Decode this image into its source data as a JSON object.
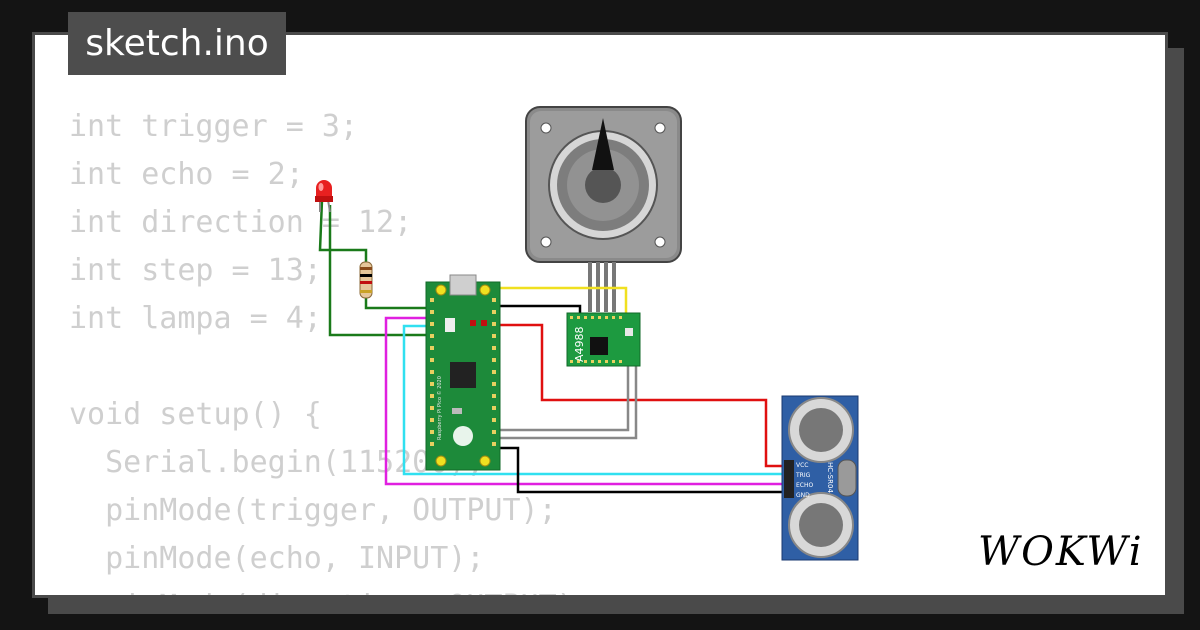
{
  "file_tab": {
    "label": "sketch.ino"
  },
  "code_lines": [
    "int trigger = 3;",
    "int echo = 2;",
    "int direction = 12;",
    "int step = 13;",
    "int lampa = 4;",
    "",
    "void setup() {",
    "  Serial.begin(115200);",
    "  pinMode(trigger, OUTPUT);",
    "  pinMode(echo, INPUT);",
    "  pinMode(direction, OUTPUT);"
  ],
  "components": {
    "driver_label": "A4988",
    "sensor_pins": [
      "VCC",
      "TRIG",
      "ECHO",
      "GND"
    ],
    "sensor_model": "HC-SR04",
    "pico_text": "Raspberry Pi Pico © 2020"
  },
  "brand": {
    "logo_text": "WOKWi"
  },
  "colors": {
    "wire_green": "#1a7a1a",
    "wire_magenta": "#e020e0",
    "wire_cyan": "#30e0f0",
    "wire_red": "#e01010",
    "wire_gray": "#888888",
    "wire_yellow": "#f0e020",
    "wire_black": "#000000",
    "pcb_green": "#1d8a3a",
    "sensor_blue": "#2f5fa5"
  }
}
